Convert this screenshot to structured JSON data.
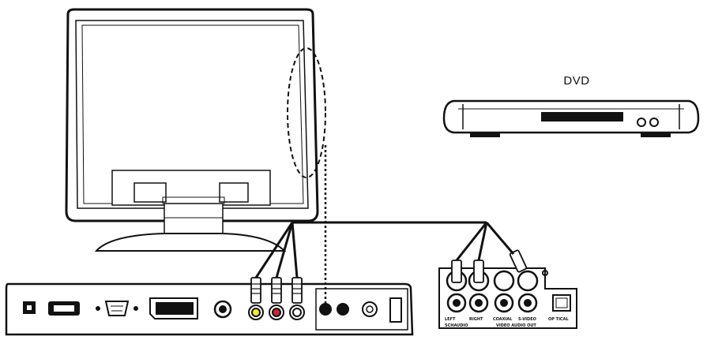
{
  "labels": {
    "dvd": "DVD",
    "jack_left": "LEFT",
    "jack_right": "RIGHT",
    "jack_coaxial": "COAXIAL",
    "jack_svideo": "S-VIDEO",
    "jack_optical": "OP TICAL",
    "audio_group": "SCHAUDIO",
    "video_group": "VIDEO AUDIO OUT"
  },
  "colors": {
    "line": "#111111",
    "rca_yellow": "#f2ea35",
    "rca_red": "#c8263a",
    "rca_white": "#ffffff"
  }
}
